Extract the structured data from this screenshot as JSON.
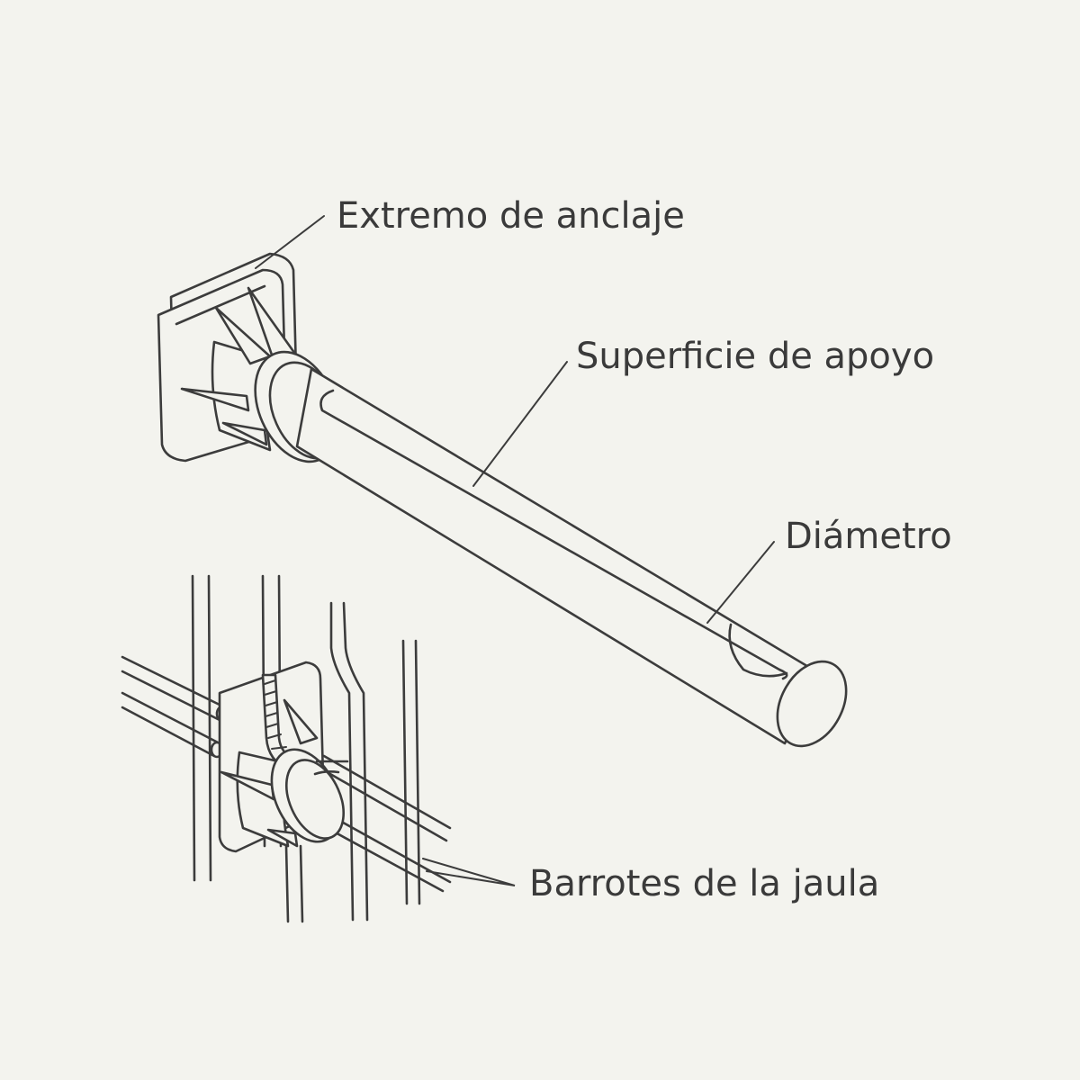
{
  "labels": {
    "anchor_end": "Extremo de anclaje",
    "support_surface": "Superficie de apoyo",
    "diameter": "Diámetro",
    "cage_bars": "Barrotes de la jaula"
  },
  "colors": {
    "background": "#f3f3ee",
    "line": "#3c3c3c",
    "text": "#3a3a3a"
  }
}
